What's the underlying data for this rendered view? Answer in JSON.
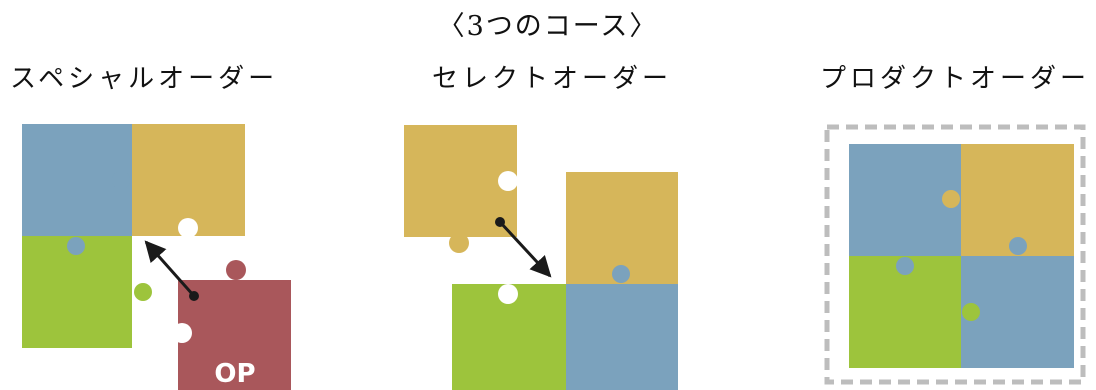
{
  "title": "〈3つのコース〉",
  "courses": [
    {
      "name": "スペシャルオーダー"
    },
    {
      "name": "セレクトオーダー"
    },
    {
      "name": "プロダクトオーダー"
    }
  ],
  "op_label": "OP",
  "colors": {
    "blue": "#7BA2BD",
    "gold": "#D6B65A",
    "green": "#9DC43C",
    "red": "#A9575B",
    "arrow": "#1a1a1a",
    "frame": "#bdbdbd"
  }
}
